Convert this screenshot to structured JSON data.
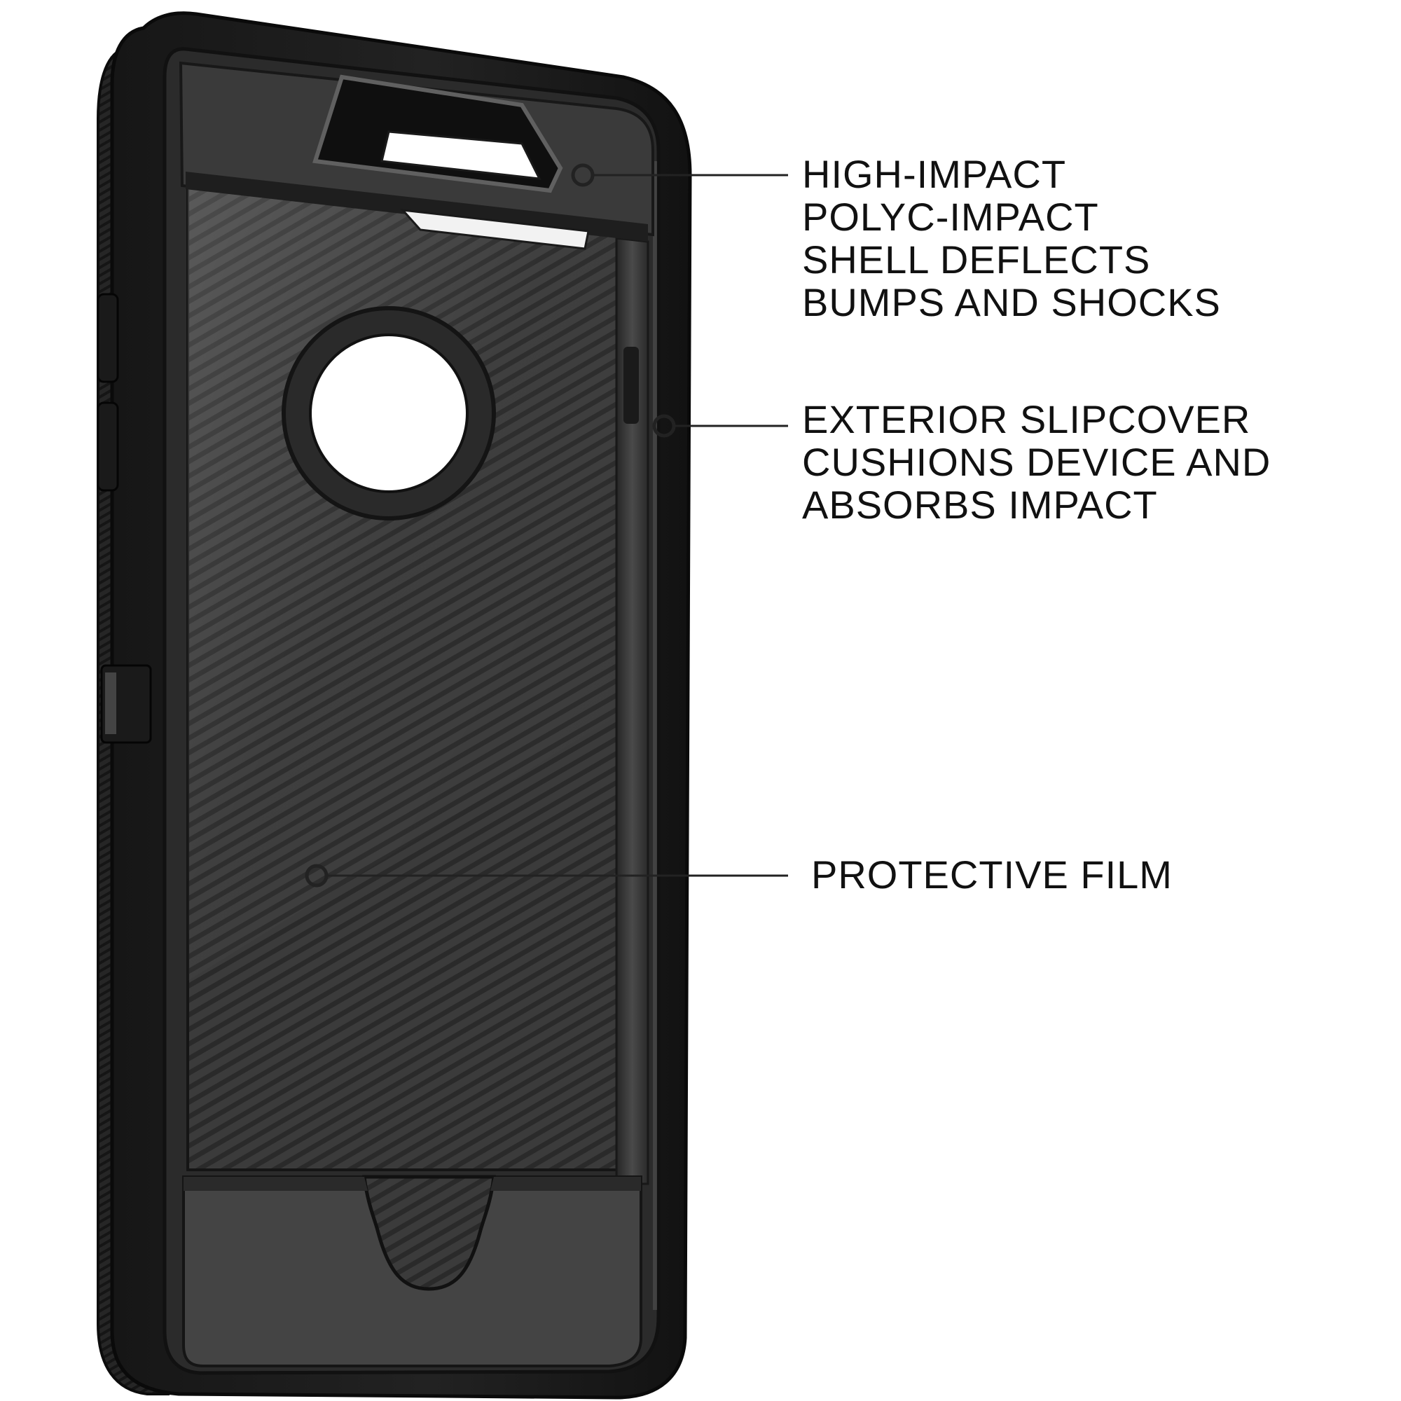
{
  "colors": {
    "background": "#ffffff",
    "case_outer": "#1c1c1c",
    "case_inner": "#2d2d2d",
    "film_tint": "#3a3a3a",
    "callout_line": "#222222",
    "text": "#111111"
  },
  "callouts": [
    {
      "id": "shell",
      "lines": [
        "HIGH-IMPACT",
        "POLYC-IMPACT",
        "SHELL DEFLECTS",
        "BUMPS AND SHOCKS"
      ]
    },
    {
      "id": "slipcover",
      "lines": [
        "EXTERIOR SLIPCOVER",
        "CUSHIONS DEVICE AND",
        "ABSORBS IMPACT"
      ]
    },
    {
      "id": "film",
      "lines": [
        "PROTECTIVE FILM"
      ]
    }
  ]
}
